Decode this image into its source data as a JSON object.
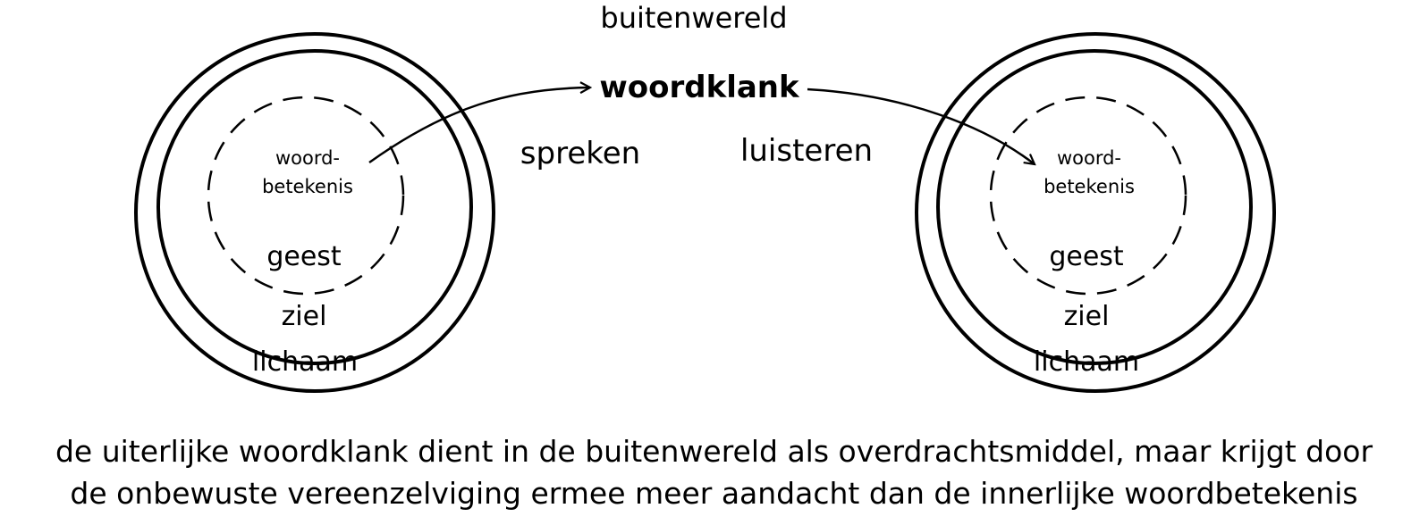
{
  "top_label": "buitenwereld",
  "center_label": "woordklank",
  "left_action": "spreken",
  "right_action": "luisteren",
  "left_person": {
    "inner_label_line1": "woord-",
    "inner_label_line2": "betekenis",
    "spirit": "geest",
    "soul": "ziel",
    "body": "lichaam"
  },
  "right_person": {
    "inner_label_line1": "woord-",
    "inner_label_line2": "betekenis",
    "spirit": "geest",
    "soul": "ziel",
    "body": "lichaam"
  },
  "caption": {
    "line1": "de uiterlijke woordklank dient in de buitenwereld als overdrachtsmiddel, maar krijgt door",
    "line2": "de onbewuste vereenzelviging ermee meer aandacht dan de innerlijke woordbetekenis"
  }
}
